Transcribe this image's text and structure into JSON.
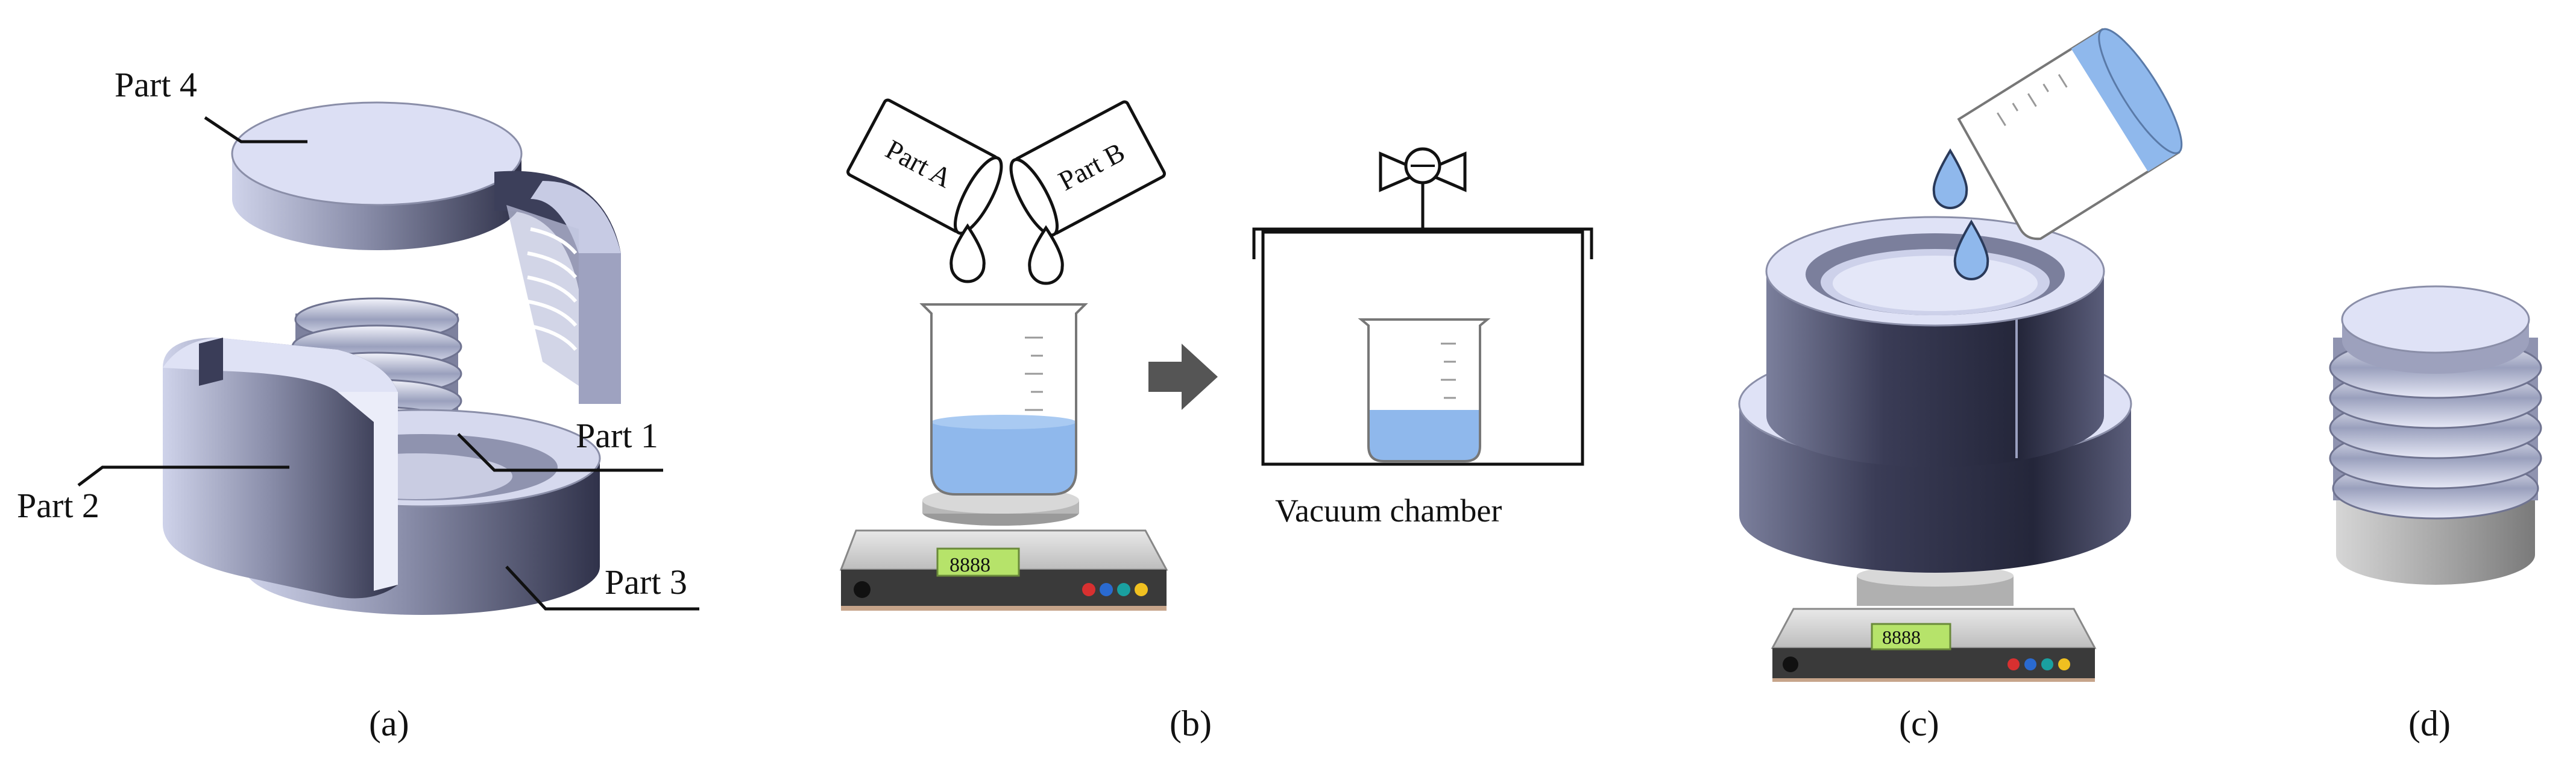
{
  "panels": {
    "a": {
      "caption": "(a)",
      "labels": {
        "part4": "Part 4",
        "part1": "Part 1",
        "part2": "Part 2",
        "part3": "Part 3"
      }
    },
    "b": {
      "caption": "(b)",
      "labels": {
        "partA": "Part A",
        "partB": "Part B",
        "vacuum": "Vacuum chamber"
      },
      "scale_display": "8888"
    },
    "c": {
      "caption": "(c)",
      "scale_display": "8888"
    },
    "d": {
      "caption": "(d)"
    }
  },
  "colors": {
    "metal_light": "#e3e6f8",
    "metal_mid": "#a8acc8",
    "metal_dark": "#2e3048",
    "liquid": "#8fb8ec",
    "scale_lcd": "#b6e36a"
  }
}
